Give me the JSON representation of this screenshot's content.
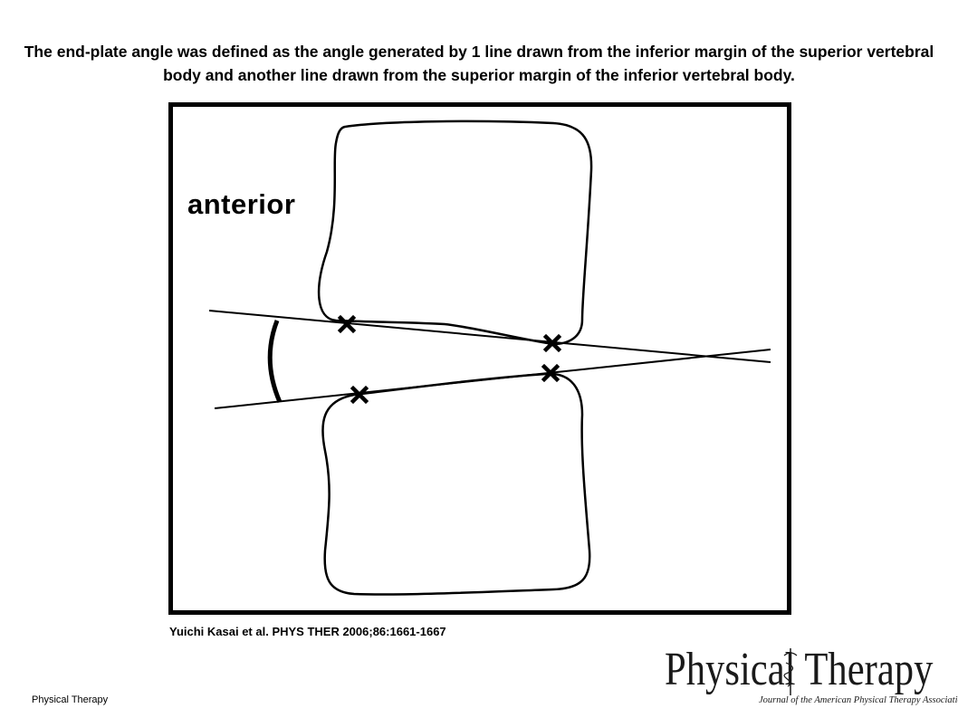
{
  "slide": {
    "title": "The end-plate angle was defined as the angle generated by 1 line drawn from the inferior margin of the superior vertebral body and another line drawn from the superior margin of the inferior vertebral body.",
    "citation": "Yuichi Kasai et al. PHYS THER 2006;86:1661-1667",
    "footer": "Physical Therapy"
  },
  "figure": {
    "label": "anterior",
    "markers": [
      "cross-mark",
      "cross-mark",
      "cross-mark",
      "cross-mark"
    ],
    "stroke_color": "#000000"
  },
  "logo": {
    "title": "Physical Therapy",
    "subtitle": "Journal of the American Physical Therapy Association",
    "icon": "caduceus-icon"
  }
}
